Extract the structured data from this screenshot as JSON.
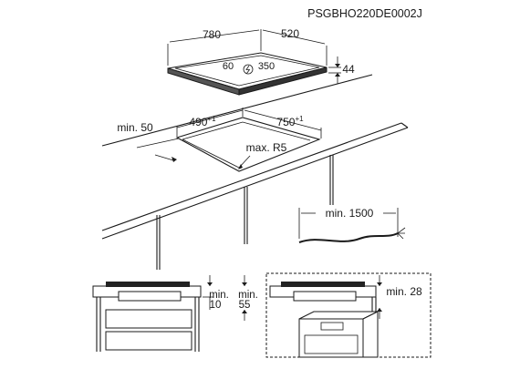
{
  "model_code": "PSGBHO220DE0002J",
  "hob": {
    "width": "780",
    "depth": "520",
    "height": "44",
    "power_min": "60",
    "power_max": "350"
  },
  "cutout": {
    "width": "750",
    "width_tol": "+1",
    "depth": "490",
    "depth_tol": "+1",
    "radius": "max. R5",
    "min_edge": "min. 50"
  },
  "cable": {
    "length": "min. 1500"
  },
  "clearance_left": {
    "label_a": "min.",
    "value_a": "10",
    "label_b": "min.",
    "value_b": "55"
  },
  "clearance_right": {
    "label": "min. 28"
  }
}
